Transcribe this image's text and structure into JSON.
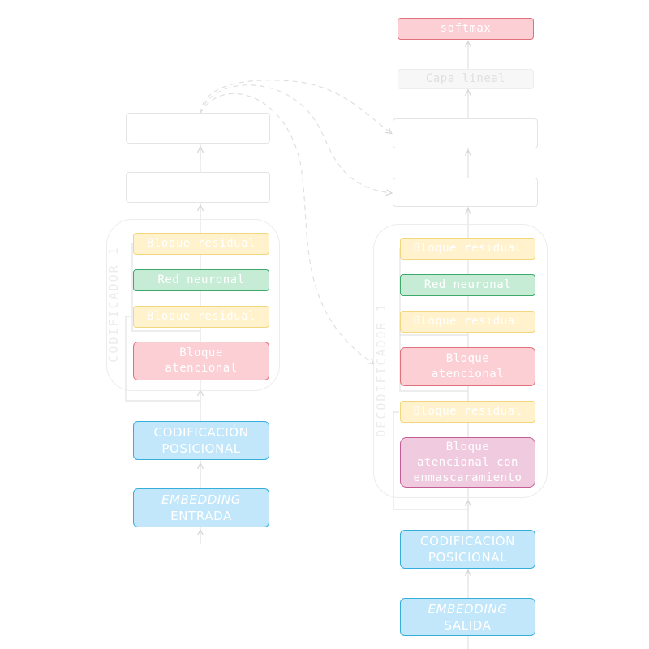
{
  "colors": {
    "residual": "#fff2cc",
    "feed_forward": "#c6ecd6",
    "attention": "#fccfd4",
    "masked_attention": "#f0cbe0",
    "embedding": "#c2e7fb",
    "connector": "#e2e2e2"
  },
  "icons": {
    "arrowhead": "chevron-up-icon"
  },
  "encoder": {
    "label": "CODIFICADOR 1",
    "residual_top": "Bloque residual",
    "feed_forward": "Red neuronal",
    "residual_bottom": "Bloque residual",
    "attention": [
      "Bloque",
      "atencional"
    ],
    "positional": [
      "CODIFICACIÓN",
      "POSICIONAL"
    ],
    "embedding": [
      "EMBEDDING",
      "ENTRADA"
    ]
  },
  "decoder": {
    "label": "DECODIFICADOR 1",
    "softmax": "softmax",
    "linear": "Capa lineal",
    "residual_top": "Bloque residual",
    "feed_forward": "Red neuronal",
    "residual_mid": "Bloque residual",
    "attention": [
      "Bloque",
      "atencional"
    ],
    "residual_bottom": "Bloque residual",
    "masked_attention": [
      "Bloque",
      "atencional con",
      "enmascaramiento"
    ],
    "positional": [
      "CODIFICACIÓN",
      "POSICIONAL"
    ],
    "embedding": [
      "EMBEDDING",
      "SALIDA"
    ]
  }
}
